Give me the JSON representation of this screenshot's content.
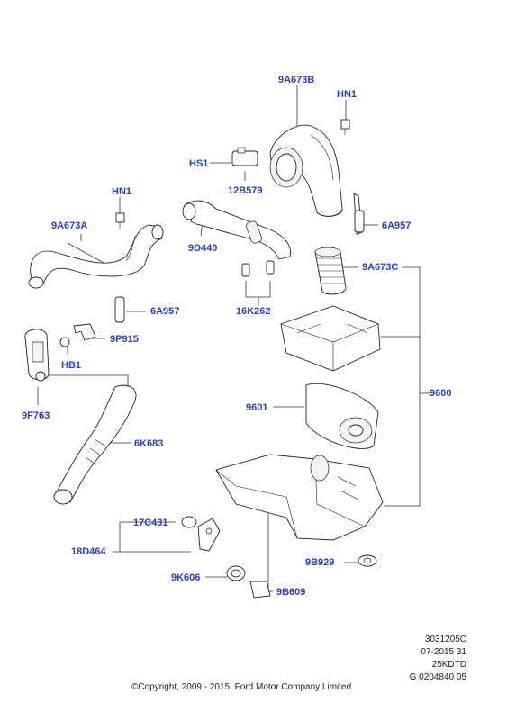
{
  "labels": {
    "9A673B_top": "9A673B",
    "HN1_top": "HN1",
    "HS1": "HS1",
    "12B579": "12B579",
    "6A957_right": "6A957",
    "HN1_left": "HN1",
    "9A673A": "9A673A",
    "9D440": "9D440",
    "9A673C": "9A673C",
    "16K262": "16K262",
    "6A957_left": "6A957",
    "9P915": "9P915",
    "HB1": "HB1",
    "9600": "9600",
    "9601": "9601",
    "9F763": "9F763",
    "6K683": "6K683",
    "17C431": "17C431",
    "18D464": "18D464",
    "9B929": "9B929",
    "9K606": "9K606",
    "9B609": "9B609"
  },
  "footer": {
    "line1": "3031205C",
    "line2": "07-2015 31",
    "line3": "25KDTD",
    "line4": "G 0204840 05",
    "copyright": "©Copyright, 2009 - 2015, Ford Motor Company Limited"
  },
  "colors": {
    "label": "#2a3fb8",
    "line": "#333333"
  }
}
